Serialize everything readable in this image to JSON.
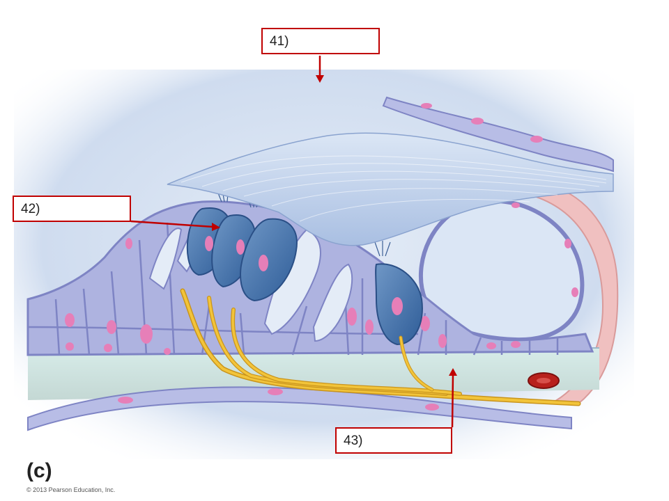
{
  "labels": {
    "box_41": "41)",
    "box_42": "42)",
    "box_43": "43)"
  },
  "panel_letter": "(c)",
  "copyright": "© 2013 Pearson Education, Inc.",
  "colors": {
    "leader_red": "#c00000",
    "cell_lavender": "#aeb3e0",
    "cell_outline": "#7e84c4",
    "nucleus_pink": "#e67fb8",
    "hair_cell_blue": "#4a78b0",
    "membrane_blue": "#b8c8e4",
    "nerve_yellow": "#f2c43a",
    "vessel_red": "#b8211c",
    "wall_pink": "#f0c0c0"
  },
  "icons": [
    "arrow-down-icon",
    "arrow-right-icon",
    "arrow-up-icon"
  ]
}
